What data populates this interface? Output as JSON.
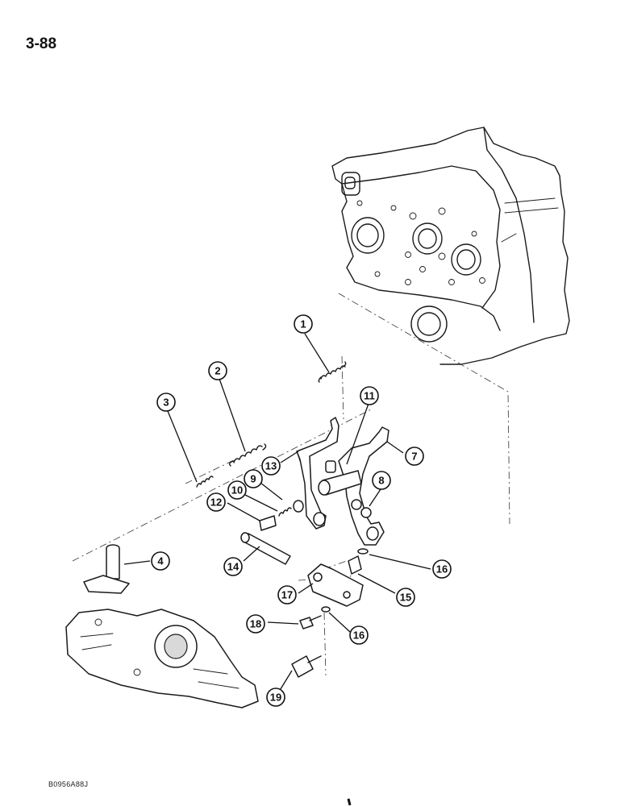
{
  "header": {
    "page_number": "3-88"
  },
  "footer": {
    "figure_code": "B0956A88J"
  },
  "colors": {
    "ink": "#1a1a1a",
    "paper": "#ffffff",
    "shade": "#d9d9d9"
  },
  "callouts": [
    "1",
    "2",
    "3",
    "4",
    "7",
    "8",
    "9",
    "10",
    "11",
    "12",
    "13",
    "14",
    "15",
    "16",
    "16",
    "17",
    "18",
    "19"
  ]
}
